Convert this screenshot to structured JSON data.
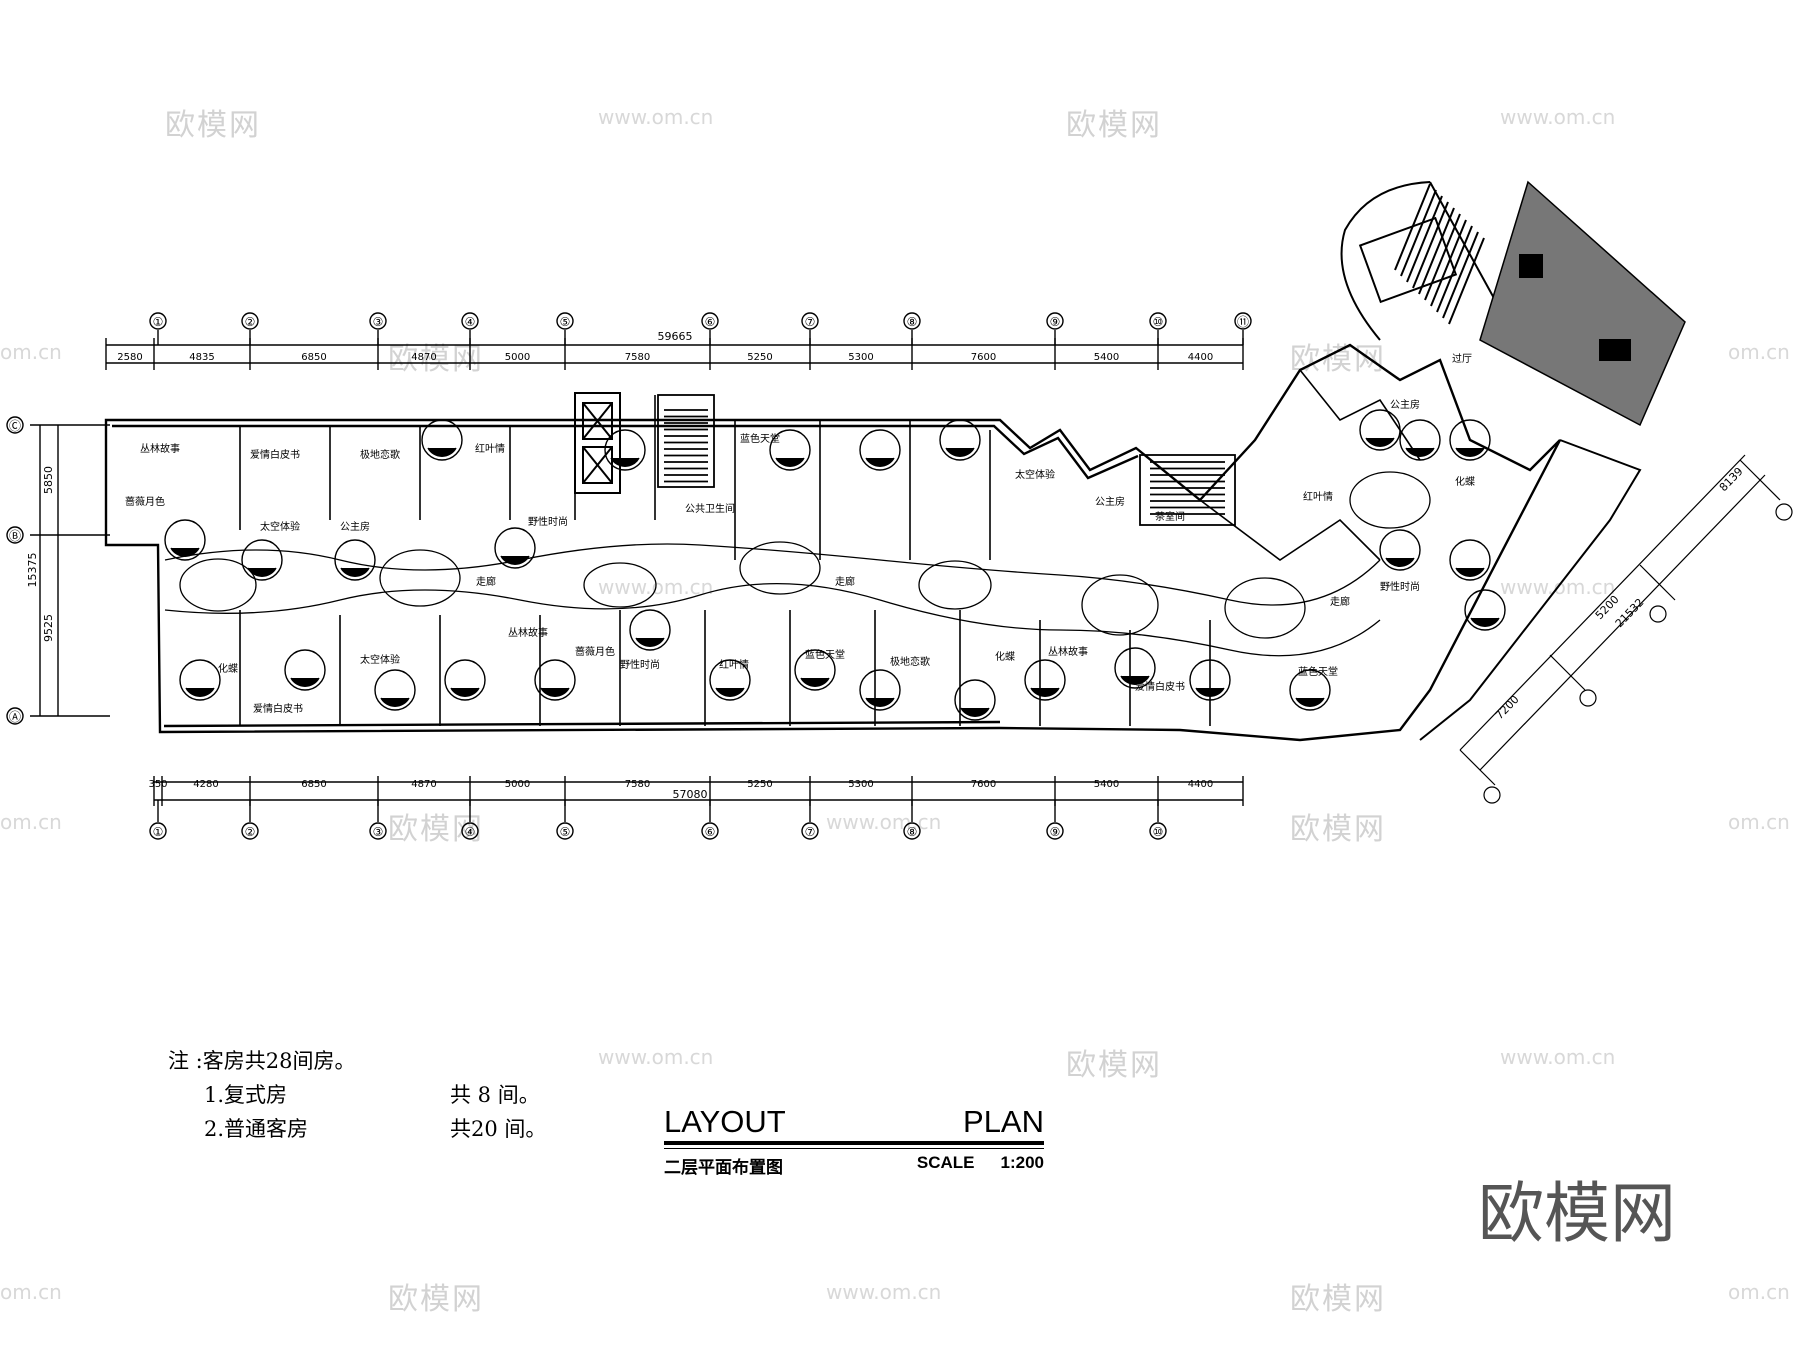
{
  "watermarks": {
    "brand": "欧模网",
    "url": "www.om.cn",
    "url_edge": "om.cn"
  },
  "plan": {
    "axes_x": [
      "①",
      "②",
      "③",
      "④",
      "⑤",
      "⑥",
      "⑦",
      "⑧",
      "⑨",
      "⑩",
      "⑪"
    ],
    "axes_y": [
      "Ⓒ",
      "Ⓑ",
      "Ⓐ"
    ],
    "top_total": "59665",
    "top_dims": [
      "2580",
      "4835",
      "6850",
      "4870",
      "5000",
      "7580",
      "5250",
      "5300",
      "7600",
      "5400",
      "4400"
    ],
    "bottom_total": "57080",
    "bottom_dims": [
      "350",
      "4280",
      "6850",
      "4870",
      "5000",
      "7580",
      "5250",
      "5300",
      "7600",
      "5400",
      "4400"
    ],
    "left_total": "15375",
    "left_dims": [
      "5850",
      "9525"
    ],
    "diag_dims": [
      "8139",
      "5200",
      "21532",
      "7200"
    ],
    "room_labels": [
      "丛林故事",
      "爱情白皮书",
      "极地恋歌",
      "红叶情",
      "公主房",
      "太空体验",
      "蔷薇月色",
      "野性时尚",
      "公共卫生间",
      "蓝色天堂",
      "走廊",
      "走廊",
      "化蝶",
      "丛林故事",
      "爱情白皮书",
      "太空体验",
      "野性时尚",
      "红叶情",
      "蓝色天堂",
      "极地恋歌",
      "蔷薇月色",
      "化蝶",
      "丛林故事",
      "爱情白皮书",
      "公主房",
      "茶室间",
      "太空体验",
      "走廊",
      "红叶情",
      "公主房",
      "化蝶",
      "野性时尚",
      "蓝色天堂",
      "过厅"
    ]
  },
  "notes": {
    "heading": "注 :客房共28间房。",
    "items": [
      {
        "label": "1.复式房",
        "count": "共 8 间。"
      },
      {
        "label": "2.普通客房",
        "count": "共20 间。"
      }
    ]
  },
  "title_block": {
    "left": "LAYOUT",
    "right": "PLAN",
    "subtitle": "二层平面布置图",
    "scale_label": "SCALE",
    "scale_value": "1:200"
  },
  "colors": {
    "line": "#000000",
    "watermark": "#d2d2d2",
    "brand": "#555555"
  }
}
